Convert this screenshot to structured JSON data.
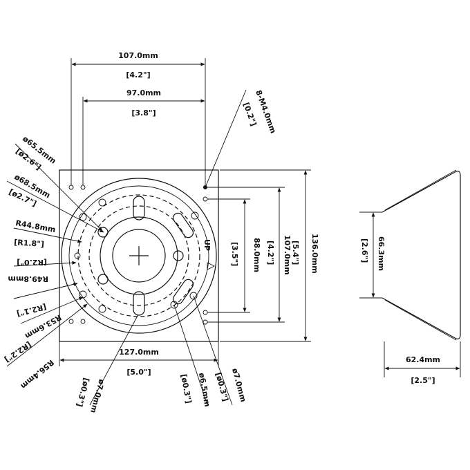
{
  "labels": {
    "top_width": "107.0mm",
    "top_width_in": "[4.2\"]",
    "inner_width": "97.0mm",
    "inner_width_in": "[3.8\"]",
    "screw": "8-M4.0mm",
    "screw_in": "[0.2\"]",
    "d655": "ø65.5mm",
    "d655_in": "[ø2.6\"]",
    "d685": "ø68.5mm",
    "d685_in": "[ø2.7\"]",
    "r448": "R44.8mm",
    "r448_in": "[R1.8\"]",
    "r20_in": "[R2.0\"]",
    "r498": "R49.8mm",
    "r21_in": "[R2.1\"]",
    "r536": "R53.6mm",
    "r22_in": "[R2.2\"]",
    "r564": "R56.4mm",
    "h88": "88.0mm",
    "h88_in": "[3.5\"]",
    "h107": "107.0mm",
    "h107_in": "[4.2\"]",
    "h136": "136.0mm",
    "h136_in": "[5.4\"]",
    "bottom_width": "127.0mm",
    "bottom_width_in": "[5.0\"]",
    "d7a": "ø7.0mm",
    "d7a_in": "[ø0.3\"]",
    "d65": "ø6.5mm",
    "d65_in": "[ø0.3\"]",
    "d7b": "ø7.0mm",
    "d7b_in": "[ø0.3\"]",
    "up": "UP",
    "side_height": "66.3mm",
    "side_height_in": "[2.6\"]",
    "side_width": "62.4mm",
    "side_width_in": "[2.5\"]"
  }
}
